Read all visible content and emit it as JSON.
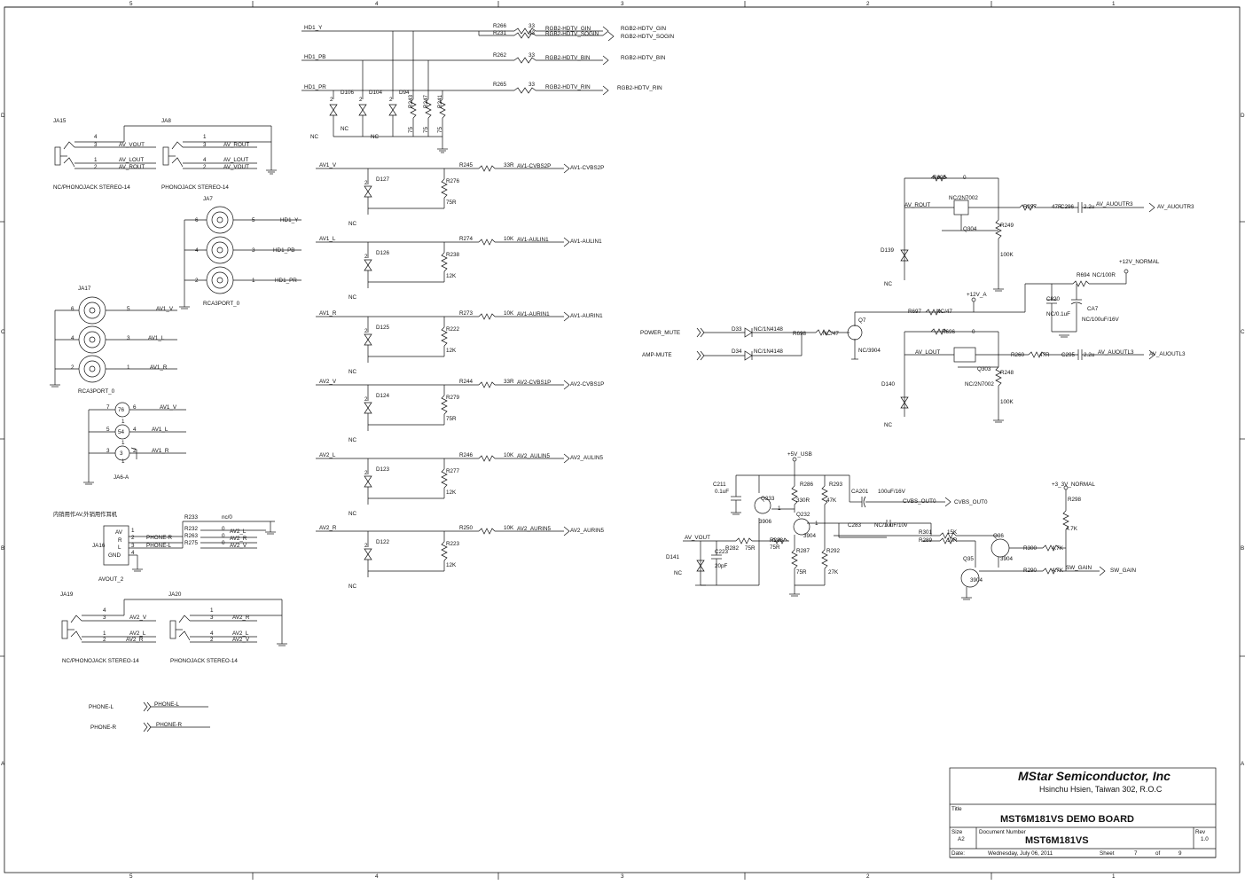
{
  "zone_numbers": {
    "cols": [
      "5",
      "4",
      "3",
      "2",
      "1"
    ],
    "rows": [
      "D",
      "C",
      "B",
      "A"
    ]
  },
  "connectors": {
    "ja15": {
      "ref": "JA15",
      "desc": "NC/PHONOJACK STEREO-14",
      "pins": [
        "4",
        "3",
        "1",
        "2"
      ],
      "nets": [
        "AV_VOUT",
        "AV_LOUT",
        "AV_ROUT"
      ]
    },
    "ja8": {
      "ref": "JA8",
      "desc": "PHONOJACK STEREO-14",
      "pins": [
        "1",
        "3",
        "4",
        "2"
      ],
      "nets": [
        "AV_ROUT",
        "AV_LOUT",
        "AV_VOUT"
      ]
    },
    "ja7": {
      "ref": "JA7",
      "desc": "RCA3PORT_0",
      "pins_left": [
        "6",
        "4",
        "2"
      ],
      "pins_right": [
        "5",
        "3",
        "1"
      ],
      "nets": [
        "HD1_Y",
        "HD1_PB",
        "HD1_PR"
      ]
    },
    "ja17": {
      "ref": "JA17",
      "desc": "RCA3PORT_0",
      "pins_left": [
        "6",
        "4",
        "2"
      ],
      "pins_right": [
        "5",
        "3",
        "1"
      ],
      "nets": [
        "AV1_V",
        "AV1_L",
        "AV1_R"
      ]
    },
    "ja6": {
      "ref": "JA6-A",
      "pins_left": [
        "7",
        "5",
        "3"
      ],
      "pins_in": [
        "6",
        "4",
        "2"
      ],
      "inner": [
        "76",
        "54",
        "3"
      ],
      "inner_pins": [
        "1",
        "1",
        "1"
      ],
      "nets": [
        "AV1_V",
        "AV1_L",
        "AV1_R"
      ]
    },
    "ja16": {
      "ref": "JA16",
      "desc": "AVOUT_2",
      "labels": [
        "AV",
        "R",
        "L",
        "GND"
      ],
      "pins": [
        "1",
        "2",
        "3",
        "4"
      ],
      "note": "内销用作AV,外销用作耳机",
      "res": [
        "R233",
        "R232",
        "R263",
        "R275"
      ],
      "vals": [
        "nc/0",
        "0",
        "0",
        "0"
      ],
      "nets": [
        "PHONE-R",
        "PHONE-L",
        "AV2_L",
        "AV2_R",
        "AV2_V"
      ]
    },
    "ja19": {
      "ref": "JA19",
      "desc": "NC/PHONOJACK STEREO-14",
      "pins": [
        "4",
        "3",
        "1",
        "2"
      ],
      "nets": [
        "AV2_V",
        "AV2_L",
        "AV2_R"
      ]
    },
    "ja20": {
      "ref": "JA20",
      "desc": "PHONOJACK STEREO-14",
      "pins": [
        "1",
        "3",
        "4",
        "2"
      ],
      "nets": [
        "AV2_R",
        "AV2_L",
        "AV2_V"
      ]
    },
    "phone": {
      "l": "PHONE-L",
      "r": "PHONE-R"
    }
  },
  "hd_section": {
    "inputs": [
      "HD1_Y",
      "HD1_PB",
      "HD1_PR"
    ],
    "res": [
      "R266",
      "R231",
      "R262",
      "R265"
    ],
    "val": "33",
    "nets": [
      "RGB2-HDTV_GIN",
      "RGB2-HDTV_SOGIN",
      "RGB2-HDTV_BIN",
      "RGB2-HDTV_RIN"
    ],
    "diodes": [
      "D106",
      "D104",
      "D94"
    ],
    "term": [
      "R243",
      "R247",
      "R241"
    ],
    "term_val": "75",
    "nc": "NC",
    "pin2": "2"
  },
  "av_channels": [
    {
      "in": "AV1_V",
      "diode": "D127",
      "res": "R245",
      "val": "33R",
      "net": "AV1-CVBS2P",
      "term": "R276",
      "tval": "75R"
    },
    {
      "in": "AV1_L",
      "diode": "D126",
      "res": "R274",
      "val": "10K",
      "net": "AV1-AULIN1",
      "term": "R238",
      "tval": "12K"
    },
    {
      "in": "AV1_R",
      "diode": "D125",
      "res": "R273",
      "val": "10K",
      "net": "AV1-AURIN1",
      "term": "R222",
      "tval": "12K"
    },
    {
      "in": "AV2_V",
      "diode": "D124",
      "res": "R244",
      "val": "33R",
      "net": "AV2-CVBS1P",
      "term": "R279",
      "tval": "75R"
    },
    {
      "in": "AV2_L",
      "diode": "D123",
      "res": "R246",
      "val": "10K",
      "net": "AV2_AULIN5",
      "term": "R277",
      "tval": "12K"
    },
    {
      "in": "AV2_R",
      "diode": "D122",
      "res": "R250",
      "val": "10K",
      "net": "AV2_AURIN5",
      "term": "R223",
      "tval": "12K"
    }
  ],
  "audio_out": {
    "r_top": {
      "r695": "R695",
      "v695": "0",
      "fet": "NC/2N7002",
      "q": "Q304",
      "in": "AV_ROUT",
      "r257": "R257",
      "v257": "47R",
      "c296": "C296",
      "vc296": "2.2u",
      "net": "AV_AUOUTR3",
      "r249": "R249",
      "v249": "100K",
      "d": "D139",
      "nc": "NC"
    },
    "r_bot": {
      "r696": "R696",
      "v696": "0",
      "fet": "NC/2N7002",
      "q": "Q303",
      "in": "AV_LOUT",
      "r260": "R260",
      "v260": "47R",
      "c295": "C295",
      "vc295": "2.2u",
      "net": "AV_AUOUTL3",
      "r248": "R248",
      "v248": "100K",
      "d": "D140",
      "nc": "NC"
    },
    "supply": {
      "net": "+12V_NORMAL",
      "r694": "R694",
      "v694": "NC/100R",
      "c820": "C820",
      "vc820": "NC/0.1uF",
      "ca7": "CA7",
      "vca7": "NC/100uF/16V",
      "v12a": "+12V_A",
      "r697": "R697",
      "v697": "NC/47"
    },
    "mute": {
      "pm": "POWER_MUTE",
      "am": "AMP-MUTE",
      "d33": "D33",
      "d34": "D34",
      "dval": "NC/1N4148",
      "r698": "R698",
      "v698": "NC/47",
      "q7": "Q7",
      "vq7": "NC/3904"
    }
  },
  "cvbs_amp": {
    "v5": "+5V_USB",
    "c211": "C211",
    "vc211": "0.1uF",
    "q233": "Q233",
    "vq233": "3906",
    "r286": "R286",
    "v286": "330R",
    "r293": "R293",
    "v293": "47K",
    "q232": "Q232",
    "vq232": "3904",
    "ca201": "CA201",
    "vca201": "100uF/16V",
    "net": "CVBS_OUT0",
    "c283": "C283",
    "vc283": "NC/10uF/10v",
    "avv": "AV_VOUT",
    "r282": "R282",
    "v282": "75R",
    "r288": "R288",
    "v288": "75R",
    "r287": "R287",
    "v287": "75R",
    "r292": "R292",
    "v292": "27K",
    "c223": "C223",
    "vc223": "20pF",
    "d141": "D141",
    "nc": "NC",
    "p1": "1"
  },
  "sw_gain": {
    "v33": "+3_3V_NORMAL",
    "r298": "R298",
    "v298": "4.7K",
    "r301": "R301",
    "v301": "15K",
    "r289": "R289",
    "v289": "10R",
    "q36": "Q36",
    "q35": "Q35",
    "vq": "3904",
    "r300": "R300",
    "v300": "4.7K",
    "r290": "R290",
    "v290": "4.7K",
    "net": "SW_GAIN"
  },
  "title_block": {
    "company": "MStar Semiconductor, Inc",
    "address": "Hsinchu Hsien, Taiwan 302, R.O.C",
    "title_lbl": "Title",
    "title": "MST6M181VS DEMO BOARD",
    "size_lbl": "Size",
    "size": "A2",
    "doc_lbl": "Document Number",
    "doc": "MST6M181VS",
    "rev_lbl": "Rev",
    "rev": "1.0",
    "date_lbl": "Date:",
    "date": "Wednesday, July 06, 2011",
    "sheet_lbl": "Sheet",
    "sheet": "7",
    "of_lbl": "of",
    "of": "9"
  }
}
